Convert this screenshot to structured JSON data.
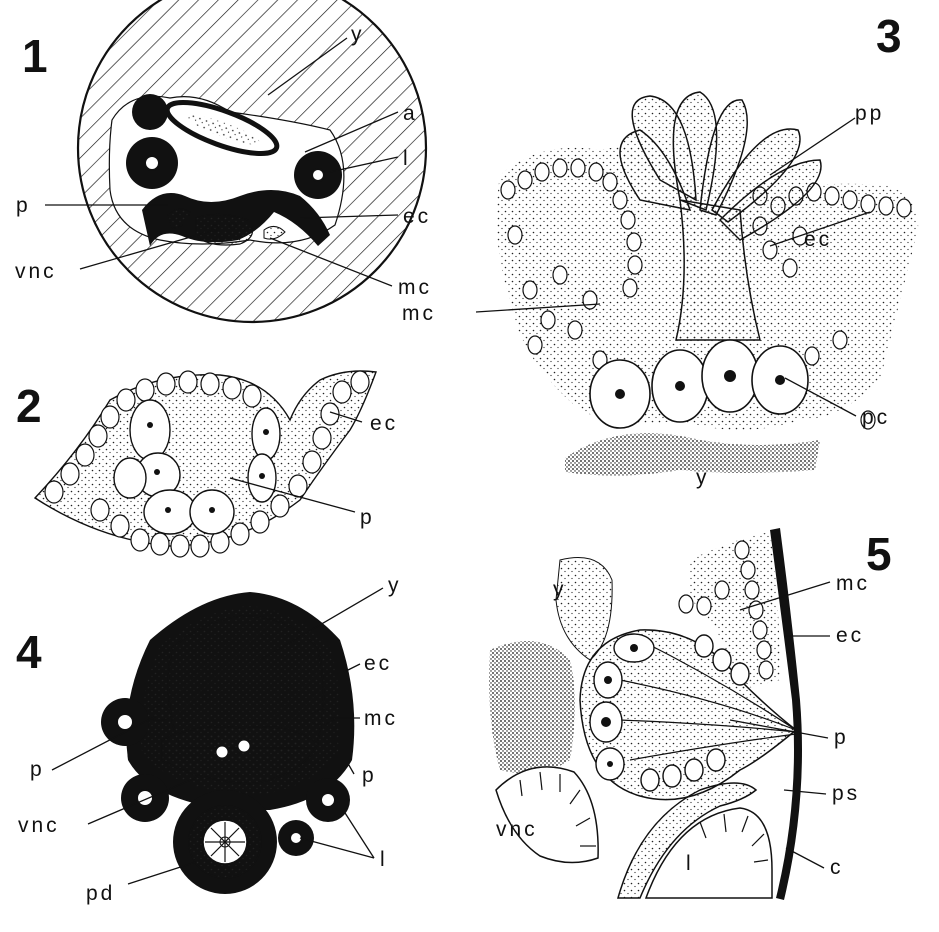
{
  "panels": [
    {
      "number": "1",
      "labels": [
        "y",
        "a",
        "l",
        "p",
        "ec",
        "vnc",
        "mc"
      ]
    },
    {
      "number": "2",
      "labels": [
        "ec",
        "p"
      ]
    },
    {
      "number": "3",
      "labels": [
        "pp",
        "ec",
        "mc",
        "pc",
        "y"
      ]
    },
    {
      "number": "4",
      "labels": [
        "y",
        "ec",
        "mc",
        "p",
        "p",
        "vnc",
        "l",
        "pd"
      ]
    },
    {
      "number": "5",
      "labels": [
        "y",
        "mc",
        "ec",
        "p",
        "ps",
        "vnc",
        "l",
        "c"
      ]
    }
  ]
}
